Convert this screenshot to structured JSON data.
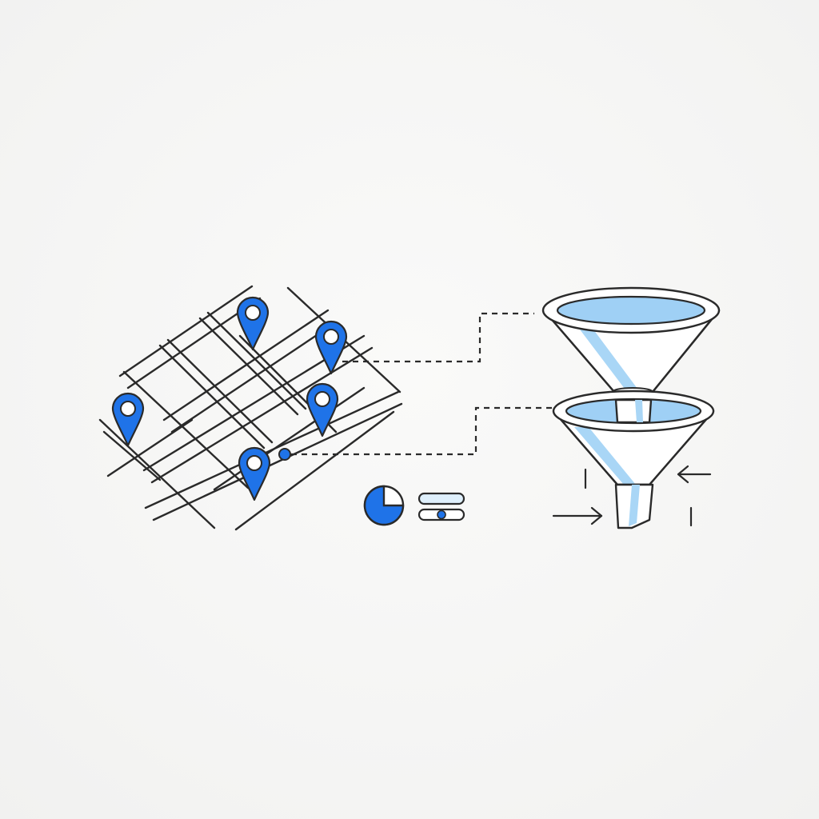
{
  "colors": {
    "background": "#f6f6f5",
    "outline": "#2a2a2a",
    "pin_blue": "#1f73e8",
    "light_blue": "#9fd0f5",
    "white": "#ffffff"
  },
  "map": {
    "pins": [
      {
        "icon": "map-pin-icon"
      },
      {
        "icon": "map-pin-icon"
      },
      {
        "icon": "map-pin-icon"
      },
      {
        "icon": "map-pin-icon"
      },
      {
        "icon": "map-pin-icon"
      }
    ]
  },
  "widgets": {
    "pie_fill_fraction": 0.75,
    "slider_level": 0.5
  },
  "funnels": {
    "count": 2
  }
}
